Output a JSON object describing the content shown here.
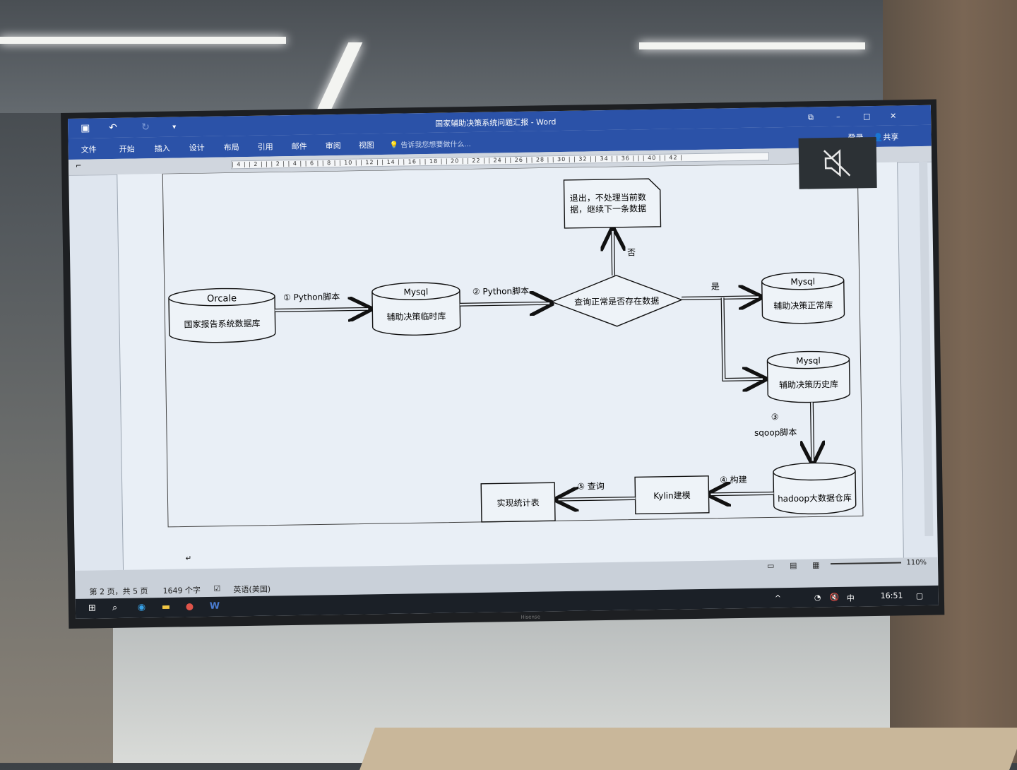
{
  "window": {
    "title": "国家辅助决策系统问题汇报 - Word",
    "controls": {
      "restore": "⧉",
      "minimize": "–",
      "maximize": "□",
      "close": "✕"
    }
  },
  "ribbon": {
    "tabs": [
      "文件",
      "开始",
      "插入",
      "设计",
      "布局",
      "引用",
      "邮件",
      "审阅",
      "视图"
    ],
    "tell_me": "告诉我您想要做什么...",
    "login": "登录",
    "share": "共享"
  },
  "ruler": {
    "marks": "| 4 |  | 2 |  |  | 2 |  | 4 |  | 6 |  | 8 |  | 10 |  | 12 |  | 14 |  | 16 |  | 18 |  | 20 |  | 22 |  | 24 |  | 26 |  | 28 |  | 30 |  | 32 |  | 34 |  | 36 |  |  | 40 |  | 42 |"
  },
  "diagram": {
    "oracle_top": "Orcale",
    "oracle_bottom": "国家报告系统数据库",
    "step1": "① Python脚本",
    "mysql_tmp_top": "Mysql",
    "mysql_tmp_bottom": "辅助决策临时库",
    "step2": "② Python脚本",
    "decision": "查询正常是否存在数据",
    "no_label": "否",
    "yes_label": "是",
    "exit_line1": "退出，不处理当前数",
    "exit_line2": "据，继续下一条数据",
    "mysql_normal_top": "Mysql",
    "mysql_normal_bottom": "辅助决策正常库",
    "mysql_hist_top": "Mysql",
    "mysql_hist_bottom": "辅助决策历史库",
    "step3_num": "③",
    "step3": "sqoop脚本",
    "hadoop": "hadoop大数据仓库",
    "step4": "④ 构建",
    "kylin": "Kylin建模",
    "step5": "⑤ 查询",
    "report": "实现统计表"
  },
  "statusbar": {
    "page": "第 2 页，共 5 页",
    "words": "1649 个字",
    "language": "英语(美国)",
    "zoom": "110%"
  },
  "taskbar": {
    "ime": "中",
    "time": "16:51"
  },
  "monitor_brand": "Hisense"
}
